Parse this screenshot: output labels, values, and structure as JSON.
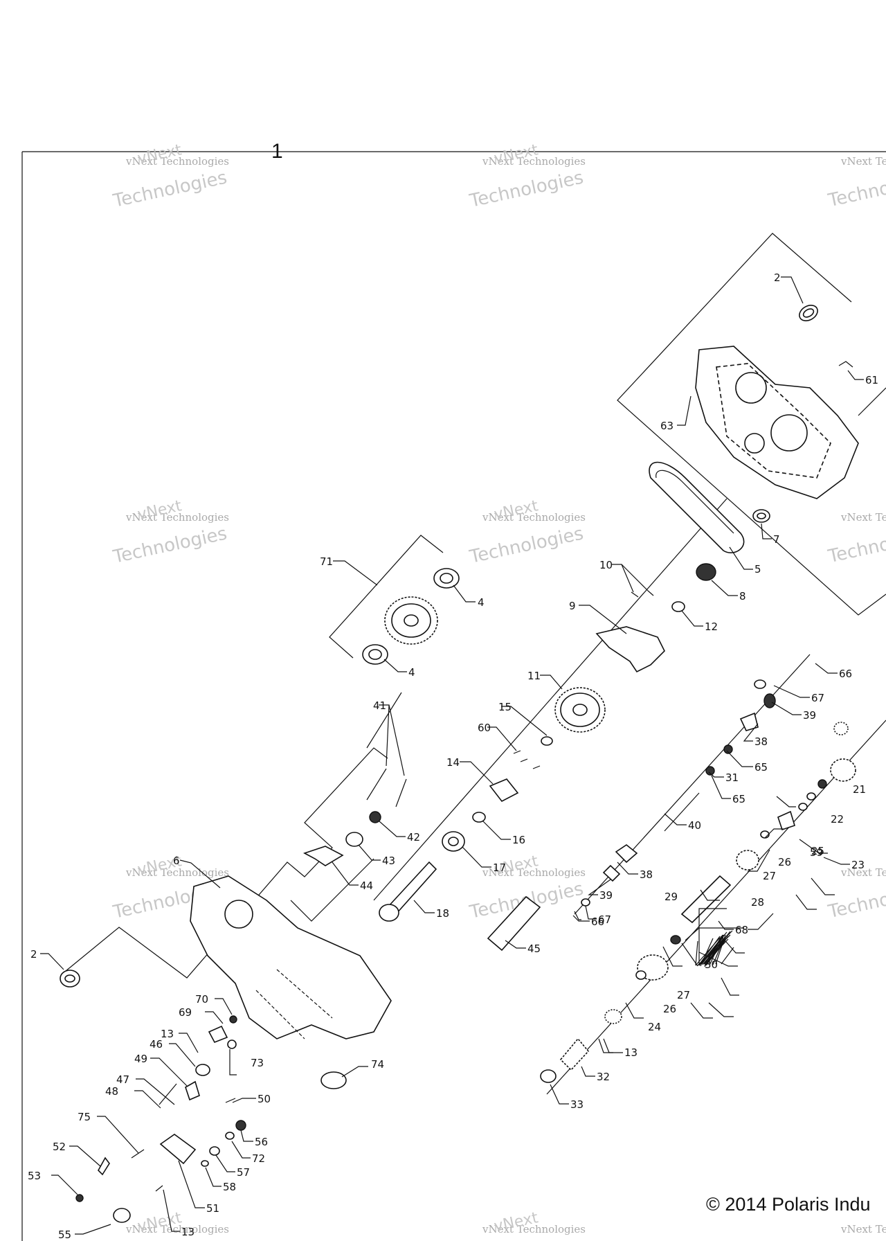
{
  "sheet": {
    "label": "1"
  },
  "copyright": "© 2014 Polaris Indu",
  "watermark": {
    "line1": "vNext Technologies",
    "line2": "Technologies",
    "line3": "vNext"
  },
  "callouts": {
    "c2a": "2",
    "c2b": "2",
    "c4a": "4",
    "c4b": "4",
    "c5": "5",
    "c6": "6",
    "c7": "7",
    "c8": "8",
    "c9": "9",
    "c10": "10",
    "c11": "11",
    "c12": "12",
    "c13a": "13",
    "c13b": "13",
    "c13c": "13",
    "c14": "14",
    "c15": "15",
    "c16": "16",
    "c17": "17",
    "c18": "18",
    "c21": "21",
    "c22": "22",
    "c23": "23",
    "c24": "24",
    "c25": "25",
    "c26a": "26",
    "c26b": "26",
    "c27a": "27",
    "c27b": "27",
    "c28": "28",
    "c29": "29",
    "c30": "30",
    "c31": "31",
    "c32": "32",
    "c33": "33",
    "c38a": "38",
    "c38b": "38",
    "c39a": "39",
    "c39b": "39",
    "c40": "40",
    "c41": "41",
    "c42": "42",
    "c43": "43",
    "c44": "44",
    "c45": "45",
    "c46": "46",
    "c47": "47",
    "c48": "48",
    "c49": "49",
    "c50": "50",
    "c51": "51",
    "c52": "52",
    "c53": "53",
    "c55": "55",
    "c56": "56",
    "c57": "57",
    "c58": "58",
    "c59": "59",
    "c60": "60",
    "c61": "61",
    "c63": "63",
    "c65a": "65",
    "c65b": "65",
    "c66a": "66",
    "c66b": "66",
    "c67a": "67",
    "c67b": "67",
    "c68": "68",
    "c69": "69",
    "c70": "70",
    "c71": "71",
    "c72": "72",
    "c73": "73",
    "c74": "74",
    "c75": "75"
  }
}
